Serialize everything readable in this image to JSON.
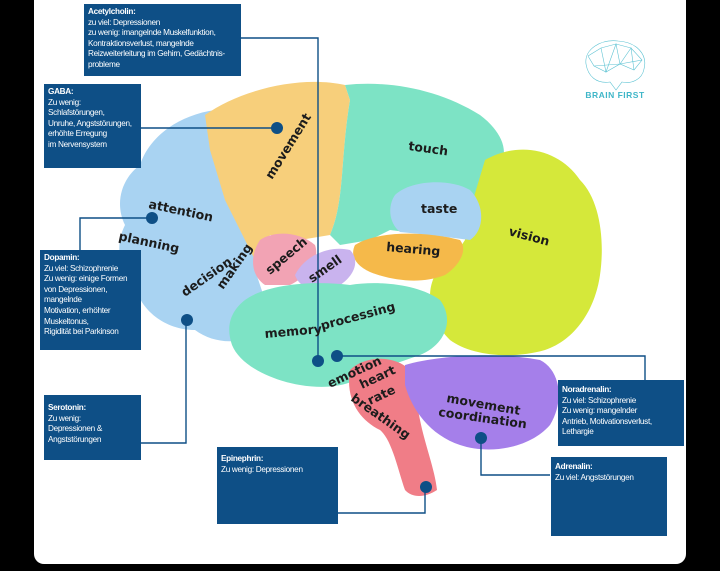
{
  "brand": {
    "name": "BRAIN FIRST",
    "icon": "brain-network-icon"
  },
  "colors": {
    "box_bg": "#0e4f86",
    "frontal_blue": "#a9d3f2",
    "motor_orange": "#f7cf7b",
    "parietal_green": "#7de3c5",
    "occipital_yellow": "#d5e83a",
    "speech_pink": "#f2a3b4",
    "smell_lavender": "#c9b3ee",
    "hearing_orange": "#f5b94a",
    "brainstem_red": "#f07d87",
    "cerebellum_purple": "#a57fea",
    "marker_dot": "#0e4f86"
  },
  "regions": [
    {
      "id": "movement",
      "label": "movement"
    },
    {
      "id": "touch",
      "label": "touch"
    },
    {
      "id": "attention",
      "label": "attention"
    },
    {
      "id": "planning",
      "label": "planning"
    },
    {
      "id": "decision",
      "label": "decision"
    },
    {
      "id": "making",
      "label": "making"
    },
    {
      "id": "speech",
      "label": "speech"
    },
    {
      "id": "smell",
      "label": "smell"
    },
    {
      "id": "taste",
      "label": "taste"
    },
    {
      "id": "hearing",
      "label": "hearing"
    },
    {
      "id": "vision",
      "label": "vision"
    },
    {
      "id": "memory",
      "label": "memory"
    },
    {
      "id": "processing",
      "label": "processing"
    },
    {
      "id": "emotion",
      "label": "emotion"
    },
    {
      "id": "heart",
      "label": "heart"
    },
    {
      "id": "rate",
      "label": "rate"
    },
    {
      "id": "breathing",
      "label": "breathing"
    },
    {
      "id": "movement2",
      "label": "movement"
    },
    {
      "id": "coordination",
      "label": "coordination"
    }
  ],
  "neurotransmitters": {
    "acetylcholin": {
      "title": "Acetylcholin:",
      "lines": [
        "zu viel: Depressionen",
        "zu wenig: imangelnde Muskelfunktion,",
        "Kontraktionsverlust, mangelnde",
        "Reizweiterleitung im Gehirn, Gedächtnis-",
        "probleme"
      ]
    },
    "gaba": {
      "title": "GABA:",
      "lines": [
        "Zu wenig:",
        "Schlafstörungen,",
        "Unruhe, Angststörungen,",
        "erhöhte Erregung",
        "im Nervensystem"
      ]
    },
    "dopamin": {
      "title": "Dopamin:",
      "lines": [
        "Zu viel: Schizophrenie",
        "Zu wenig: einige Formen",
        "von Depressionen,",
        "mangelnde",
        "Motivation, erhöhter",
        "Muskeltonus,",
        "Rigidität bei  Parkinson"
      ]
    },
    "serotonin": {
      "title": "Serotonin:",
      "lines": [
        "Zu wenig:",
        "Depressionen &",
        "Angststörungen"
      ]
    },
    "epinephrin": {
      "title": "Epinephrin:",
      "lines": [
        "Zu wenig: Depressionen"
      ]
    },
    "noradrenalin": {
      "title": "Noradrenalin:",
      "lines": [
        "Zu viel: Schizophrenie",
        "Zu wenig: mangelnder",
        "Antrieb, Motivationsverlust,",
        "Lethargie"
      ]
    },
    "adrenalin": {
      "title": "Adrenalin:",
      "lines": [
        "Zu viel: Angststörungen"
      ]
    }
  }
}
